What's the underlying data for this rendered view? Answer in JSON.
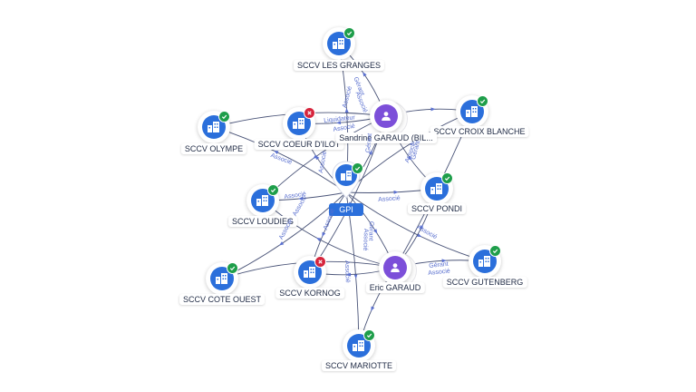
{
  "center": {
    "label": "GPI",
    "status": "active",
    "icon": "building-icon"
  },
  "companies": [
    {
      "id": "granges",
      "label": "SCCV LES GRANGES",
      "status": "active"
    },
    {
      "id": "coeur",
      "label": "SCCV COEUR D'ILOT",
      "status": "closed"
    },
    {
      "id": "olympe",
      "label": "SCCV OLYMPE",
      "status": "active"
    },
    {
      "id": "croix",
      "label": "SCCV CROIX BLANCHE",
      "status": "active"
    },
    {
      "id": "pondi",
      "label": "SCCV PONDI",
      "status": "active"
    },
    {
      "id": "loudieg",
      "label": "SCCV LOUDIEG",
      "status": "active"
    },
    {
      "id": "gutenberg",
      "label": "SCCV GUTENBERG",
      "status": "active"
    },
    {
      "id": "coteouest",
      "label": "SCCV COTE OUEST",
      "status": "active"
    },
    {
      "id": "kornog",
      "label": "SCCV KORNOG",
      "status": "closed"
    },
    {
      "id": "mariotte",
      "label": "SCCV MARIOTTE",
      "status": "active"
    }
  ],
  "persons": [
    {
      "id": "sandrine",
      "label": "Sandrine GARAUD (BIL...",
      "icon": "person-icon"
    },
    {
      "id": "eric",
      "label": "Eric GARAUD",
      "icon": "person-icon"
    }
  ],
  "edge_labels": {
    "associe": "Associé",
    "gerant": "Gérant",
    "liquidateur": "Liquidateur"
  },
  "colors": {
    "company": "#2b6fdb",
    "person": "#7c4fd9",
    "active_badge": "#1e9e4a",
    "closed_badge": "#d6243c",
    "edge": "#4a5478",
    "edge_label": "#5a70cf"
  }
}
